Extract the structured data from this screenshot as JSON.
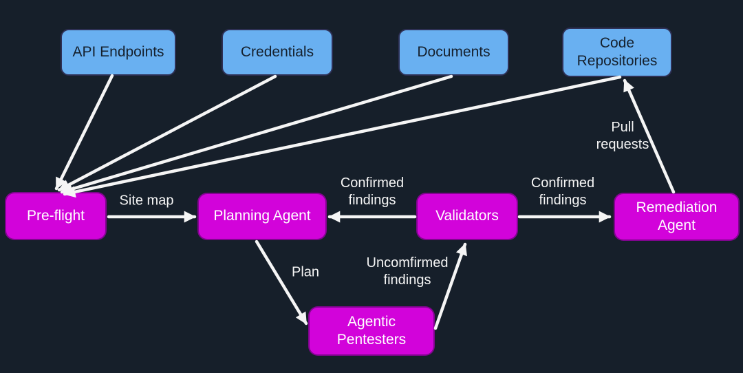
{
  "diagram": {
    "colors": {
      "background": "#161f2a",
      "source_fill": "#69b0f1",
      "source_text": "#15202d",
      "agent_fill": "#d203da",
      "agent_text": "#ffffff",
      "arrow": "#f5f5f5"
    },
    "nodes": [
      {
        "id": "api-endpoints",
        "label": "API Endpoints",
        "type": "source"
      },
      {
        "id": "credentials",
        "label": "Credentials",
        "type": "source"
      },
      {
        "id": "documents",
        "label": "Documents",
        "type": "source"
      },
      {
        "id": "code-repositories",
        "label": "Code Repositories",
        "type": "source"
      },
      {
        "id": "pre-flight",
        "label": "Pre-flight",
        "type": "agent"
      },
      {
        "id": "planning-agent",
        "label": "Planning Agent",
        "type": "agent"
      },
      {
        "id": "validators",
        "label": "Validators",
        "type": "agent"
      },
      {
        "id": "remediation-agent",
        "label": "Remediation Agent",
        "type": "agent"
      },
      {
        "id": "agentic-pentesters",
        "label": "Agentic Pentesters",
        "type": "agent"
      }
    ],
    "edges": [
      {
        "from": "api-endpoints",
        "to": "pre-flight",
        "label": ""
      },
      {
        "from": "credentials",
        "to": "pre-flight",
        "label": ""
      },
      {
        "from": "documents",
        "to": "pre-flight",
        "label": ""
      },
      {
        "from": "code-repositories",
        "to": "pre-flight",
        "label": ""
      },
      {
        "from": "pre-flight",
        "to": "planning-agent",
        "label": "Site map"
      },
      {
        "from": "validators",
        "to": "planning-agent",
        "label": "Confirmed findings"
      },
      {
        "from": "validators",
        "to": "remediation-agent",
        "label": "Confirmed findings"
      },
      {
        "from": "planning-agent",
        "to": "agentic-pentesters",
        "label": "Plan"
      },
      {
        "from": "agentic-pentesters",
        "to": "validators",
        "label": "Uncomfirmed findings"
      },
      {
        "from": "remediation-agent",
        "to": "code-repositories",
        "label": "Pull requests"
      }
    ]
  }
}
